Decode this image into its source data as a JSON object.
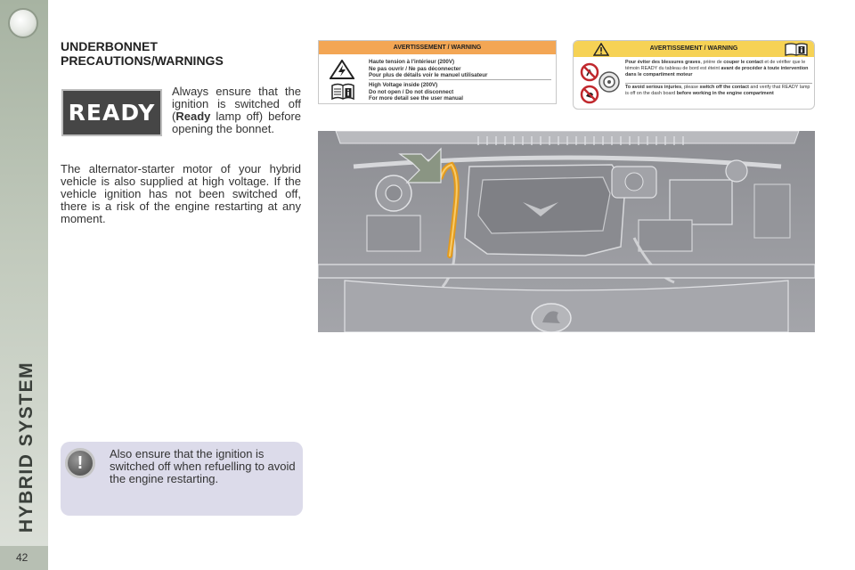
{
  "sidebar": {
    "section": "HYBRID SYSTEM",
    "page_number": "42"
  },
  "content": {
    "title_line1": "UNDERBONNET",
    "title_line2": "PRECAUTIONS/WARNINGS",
    "ready_badge": "READY",
    "para1_before": "Always ensure that the ignition is switched off (",
    "para1_bold": "Ready",
    "para1_after": " lamp off) before opening the bonnet.",
    "para2": "The alternator-starter motor of your hybrid vehicle is also supplied at high voltage. If the vehicle ignition has not been switched off, there is a risk of the engine restarting at any moment.",
    "note": "Also ensure that the ignition is switched off when refuelling to avoid the engine restarting."
  },
  "label_high_voltage": {
    "header": "AVERTISSEMENT / WARNING",
    "fr_line1": "Haute tension à l'intérieur (200V)",
    "fr_line2": "Ne pas ouvrir / Ne pas déconnecter",
    "fr_line3": "Pour plus de détails voir le manuel utilisateur",
    "en_line1": "High Voltage inside (200V)",
    "en_line2": "Do not open / Do not disconnect",
    "en_line3": "For more detail see the user manual",
    "accent": "#f3a654"
  },
  "label_injuries": {
    "header": "AVERTISSEMENT / WARNING",
    "fr_bold1": "Pour éviter des blessures graves",
    "fr_text1": ", prière de ",
    "fr_bold2": "couper le contact",
    "fr_text2": " et de vérifier que le témoin READY du tableau de bord est éteint ",
    "fr_bold3": "avant de procéder à toute intervention dans le compartiment moteur",
    "en_bold1": "To avoid serious injuries",
    "en_text1": ", please ",
    "en_bold2": "switch off the contact",
    "en_text2": " and verify that READY lamp is off on the dash board ",
    "en_bold3": "before working in the engine compartment",
    "accent": "#f6d255"
  },
  "illustration": {
    "cable_color": "#e39a1d",
    "arrow_color": "#8a9583"
  }
}
